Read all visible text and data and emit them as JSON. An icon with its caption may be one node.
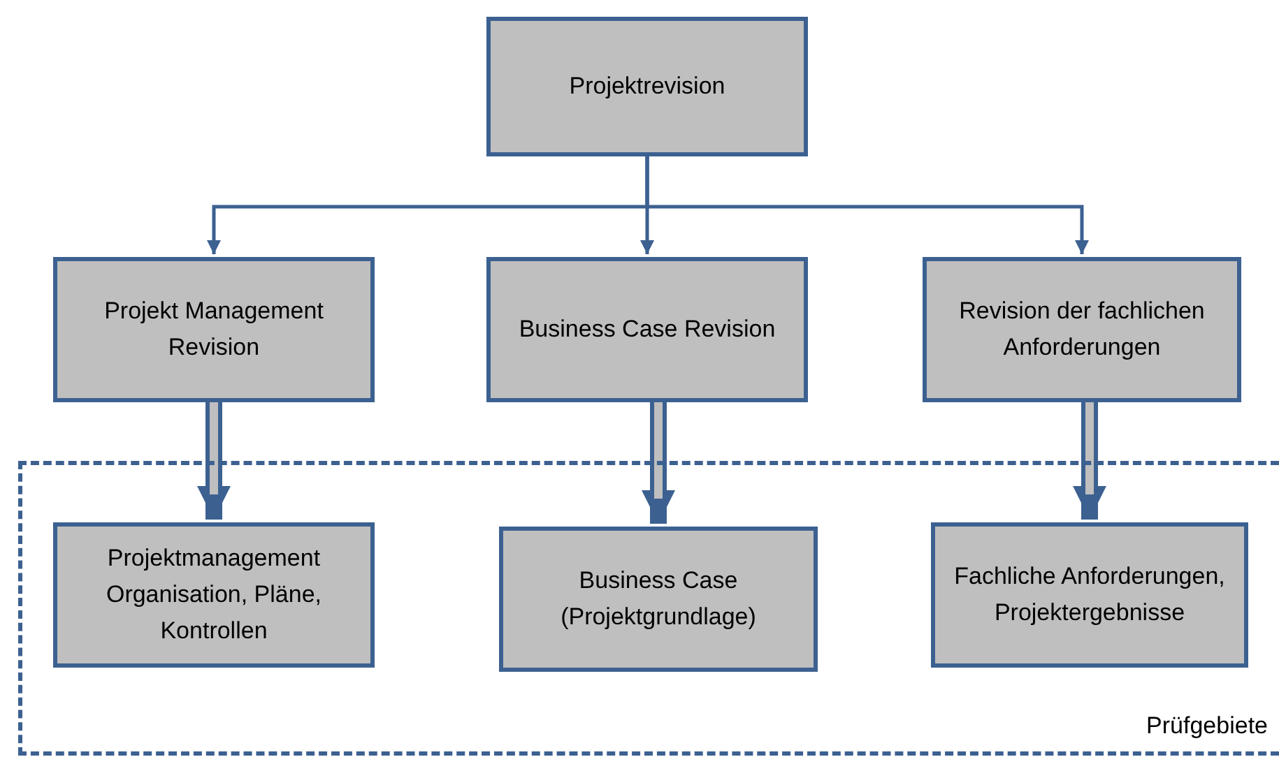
{
  "diagram": {
    "nodes": [
      {
        "text": [
          "Projektrevision"
        ]
      },
      {
        "text": [
          "Projekt Management Revision"
        ]
      },
      {
        "text": [
          "Business Case Revision"
        ]
      },
      {
        "text": [
          "Revision der fachlichen Anforderungen"
        ]
      },
      {
        "text": [
          "Prüfgebiete"
        ]
      },
      {
        "text": [
          "Projektmanagement Organisation, Pläne, Kontrollen"
        ],
        "in": 4
      },
      {
        "text": [
          "Business Case (Projektgrundlage)"
        ],
        "in": 4
      },
      {
        "text": [
          "Fachliche Anforderungen, Projektergebnisse"
        ],
        "in": 4
      }
    ],
    "edges": [
      {
        "from": 0,
        "to": 1,
        "arrow": "to"
      },
      {
        "from": 0,
        "to": 2,
        "arrow": "to"
      },
      {
        "from": 0,
        "to": 3,
        "arrow": "to"
      },
      {
        "from": 1,
        "to": 5,
        "arrow": "to",
        "style": "thick"
      },
      {
        "from": 2,
        "to": 6,
        "arrow": "to",
        "style": "thick"
      },
      {
        "from": 3,
        "to": 7,
        "arrow": "to",
        "style": "thick"
      }
    ]
  }
}
